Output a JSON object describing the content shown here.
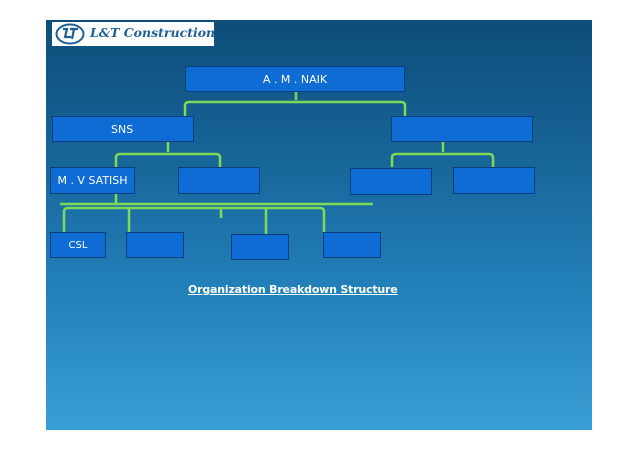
{
  "brand": {
    "logo_text": "L&T Construction"
  },
  "chart": {
    "nodes": {
      "root": "A . M . NAIK",
      "left_l1": "SNS",
      "right_l1": "",
      "left_l2a": "M . V SATISH",
      "left_l2b": "",
      "right_l2a": "",
      "right_l2b": "",
      "l3a": "CSL",
      "l3b": "",
      "l3c": "",
      "l3d": ""
    },
    "caption": "Organization Breakdown Structure"
  },
  "colors": {
    "node_fill": "#0f6cd4",
    "connector": "#7ed957",
    "brand_text": "#1f5f98"
  }
}
